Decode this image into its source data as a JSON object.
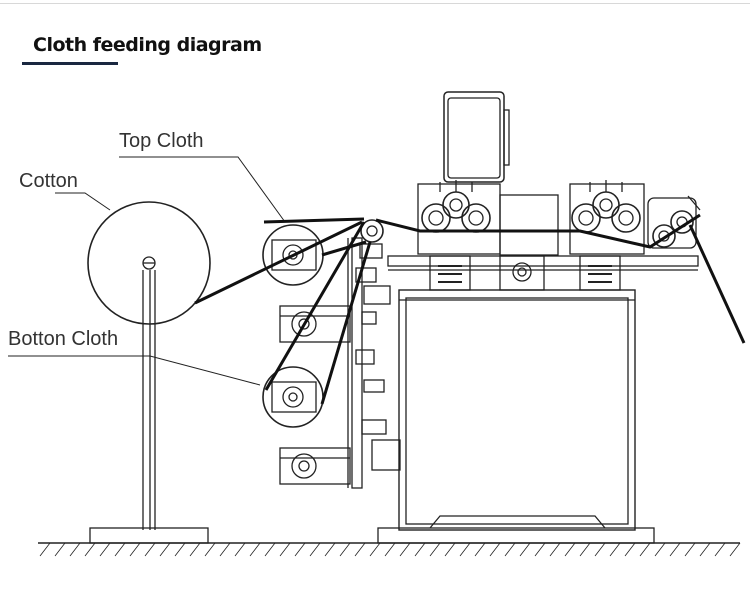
{
  "title": "Cloth feeding diagram",
  "labels": {
    "top_cloth": "Top Cloth",
    "cotton": "Cotton",
    "bottom_cloth": "Botton Cloth"
  },
  "colors": {
    "line": "#222222",
    "title_underline": "#1a2740"
  }
}
